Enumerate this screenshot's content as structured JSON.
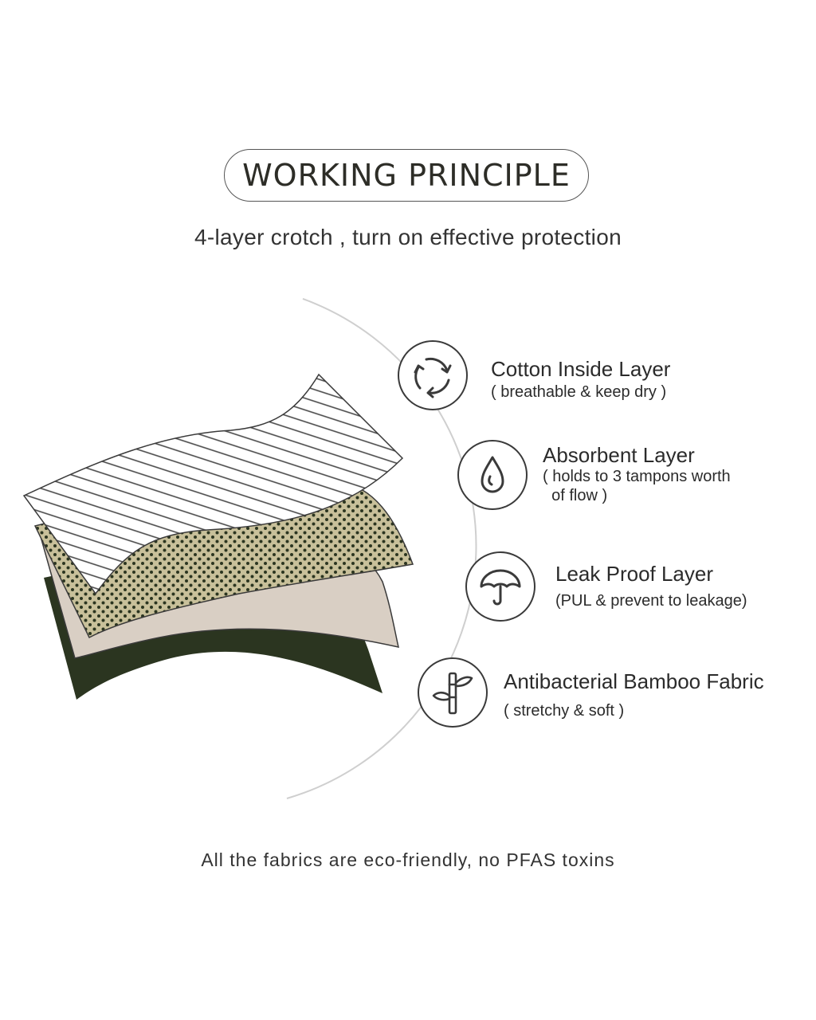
{
  "title": "WORKING PRINCIPLE",
  "subtitle": "4-layer crotch , turn on effective protection",
  "layers": [
    {
      "name": "Cotton Inside Layer",
      "desc": "( breathable & keep dry )",
      "icon": "recycle-arrows-icon"
    },
    {
      "name": "Absorbent Layer",
      "desc": "( holds to 3 tampons worth\n  of flow )",
      "icon": "water-drop-icon"
    },
    {
      "name": "Leak Proof Layer",
      "desc": "(PUL & prevent to leakage)",
      "icon": "umbrella-icon"
    },
    {
      "name": "Antibacterial Bamboo Fabric",
      "desc": "( stretchy & soft )",
      "icon": "bamboo-icon"
    }
  ],
  "footer": "All the fabrics are eco-friendly, no PFAS toxins",
  "colors": {
    "dark_green": "#2b3520",
    "beige": "#d9cfc4",
    "khaki": "#c8c09a",
    "stripe": "#4a4a4a",
    "outline": "#3a3a3a",
    "arc": "#cfcfcf"
  }
}
